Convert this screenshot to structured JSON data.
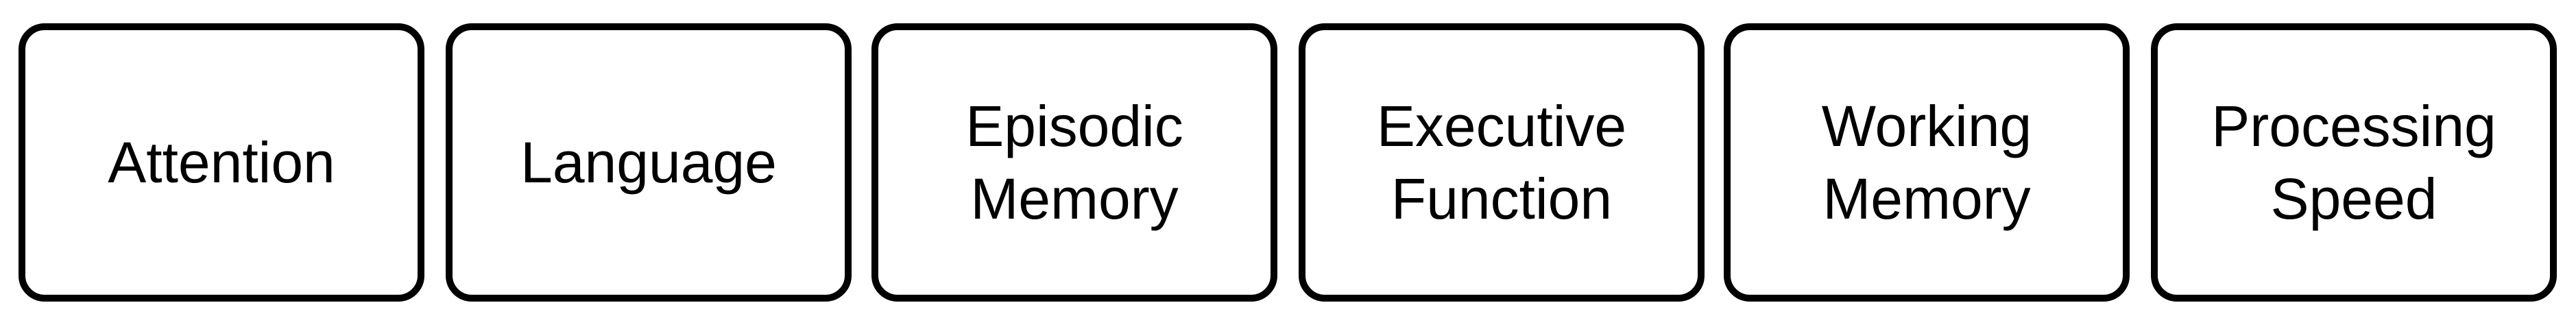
{
  "boxes": [
    {
      "label": "Attention"
    },
    {
      "label": "Language"
    },
    {
      "label": "Episodic\nMemory"
    },
    {
      "label": "Executive\nFunction"
    },
    {
      "label": "Working\nMemory"
    },
    {
      "label": "Processing\nSpeed"
    }
  ]
}
